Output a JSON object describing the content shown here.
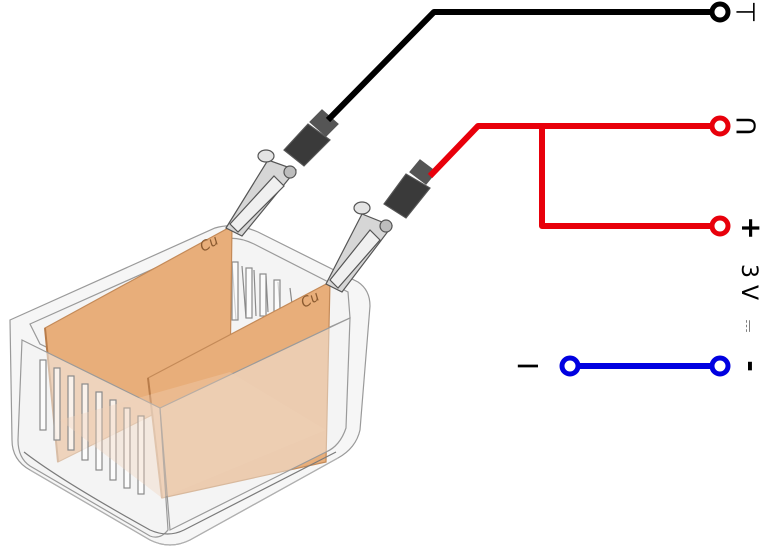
{
  "terminals": {
    "top": {
      "symbol": "⊤"
    },
    "u": {
      "symbol": "U"
    },
    "plus": {
      "symbol": "+"
    },
    "voltage": {
      "label": "3 V",
      "symbol": "⎓"
    },
    "minus": {
      "symbol": "-"
    },
    "i": {
      "symbol": "I"
    }
  },
  "electrodes": {
    "left": {
      "label": "Cu"
    },
    "right": {
      "label": "Cu"
    }
  },
  "colors": {
    "black_wire": "#000000",
    "red_wire": "#e8000b",
    "blue_wire": "#0000e0",
    "copper": "#e8ae7a",
    "copper_edge": "#c48a58",
    "glass": "#eeeeee",
    "glass_edge": "#9a9a9a"
  }
}
